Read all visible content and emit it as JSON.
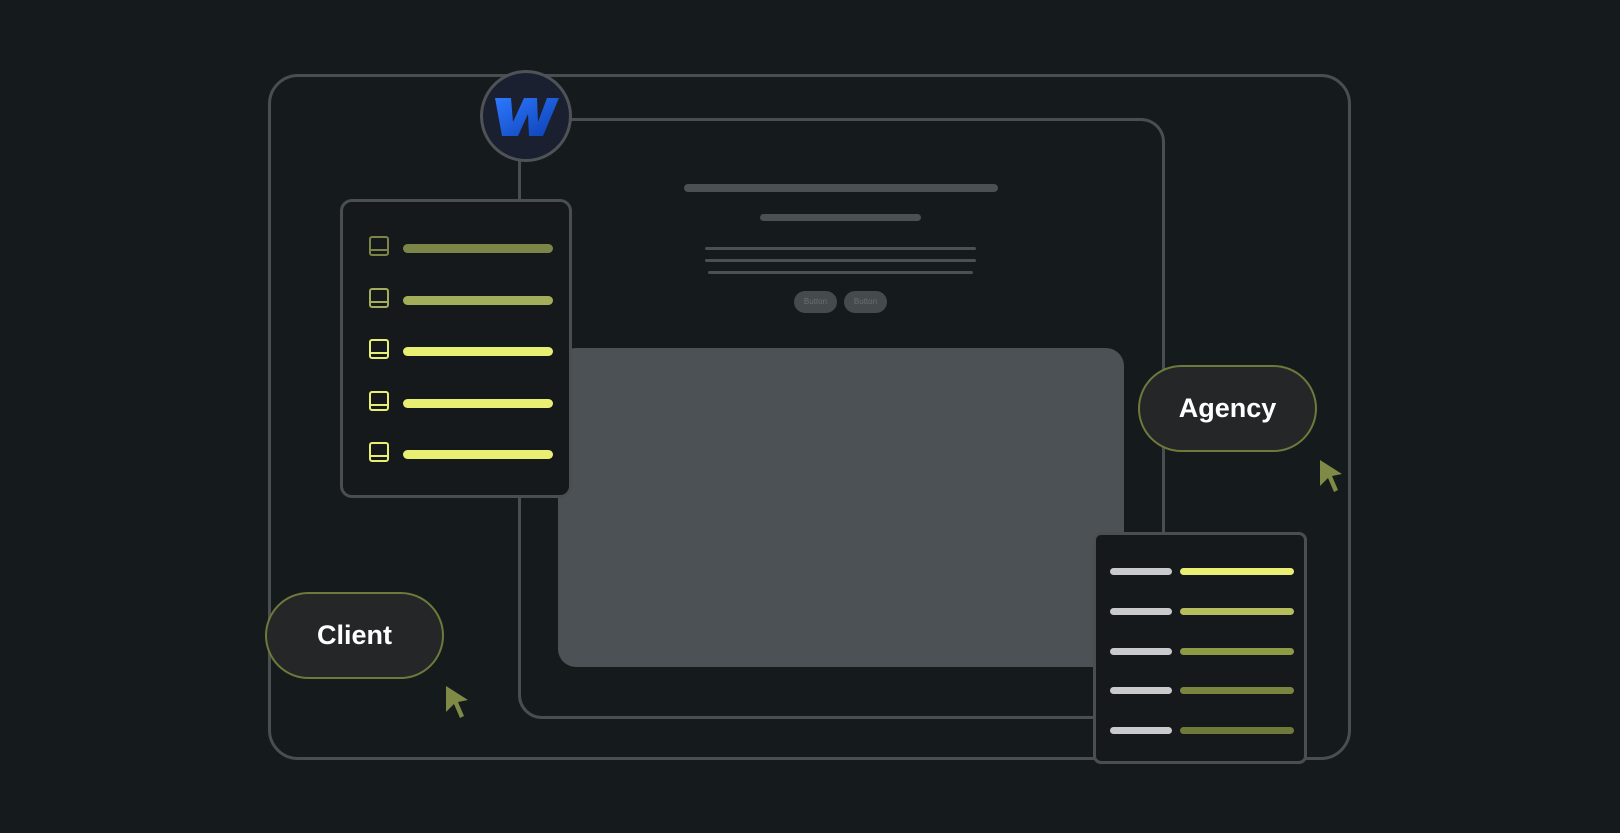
{
  "mockup": {
    "buttons": [
      "Button",
      "Button"
    ]
  },
  "labels": {
    "agency": "Agency",
    "client": "Client"
  },
  "icons": {
    "logo": "webflow-logo",
    "list_item": "book-icon",
    "pointer": "cursor-arrow-icon"
  },
  "colors": {
    "background": "#151b1d",
    "frame": "#4a4e51",
    "accent_yellow": "#edf06e",
    "accent_olive": "#6e7a3b",
    "logo_blue": "#1b5fe0"
  },
  "list_card": {
    "rows": [
      {
        "color": "#7c8548"
      },
      {
        "color": "#a3ad5a"
      },
      {
        "color": "#e9ef72"
      },
      {
        "color": "#e9ef72"
      },
      {
        "color": "#e9ef72"
      }
    ]
  },
  "table_card": {
    "rows": [
      {
        "value_color": "#e9ef72"
      },
      {
        "value_color": "#b6bd5c"
      },
      {
        "value_color": "#8f9a45"
      },
      {
        "value_color": "#7c8540"
      },
      {
        "value_color": "#6f7a3a"
      }
    ]
  }
}
